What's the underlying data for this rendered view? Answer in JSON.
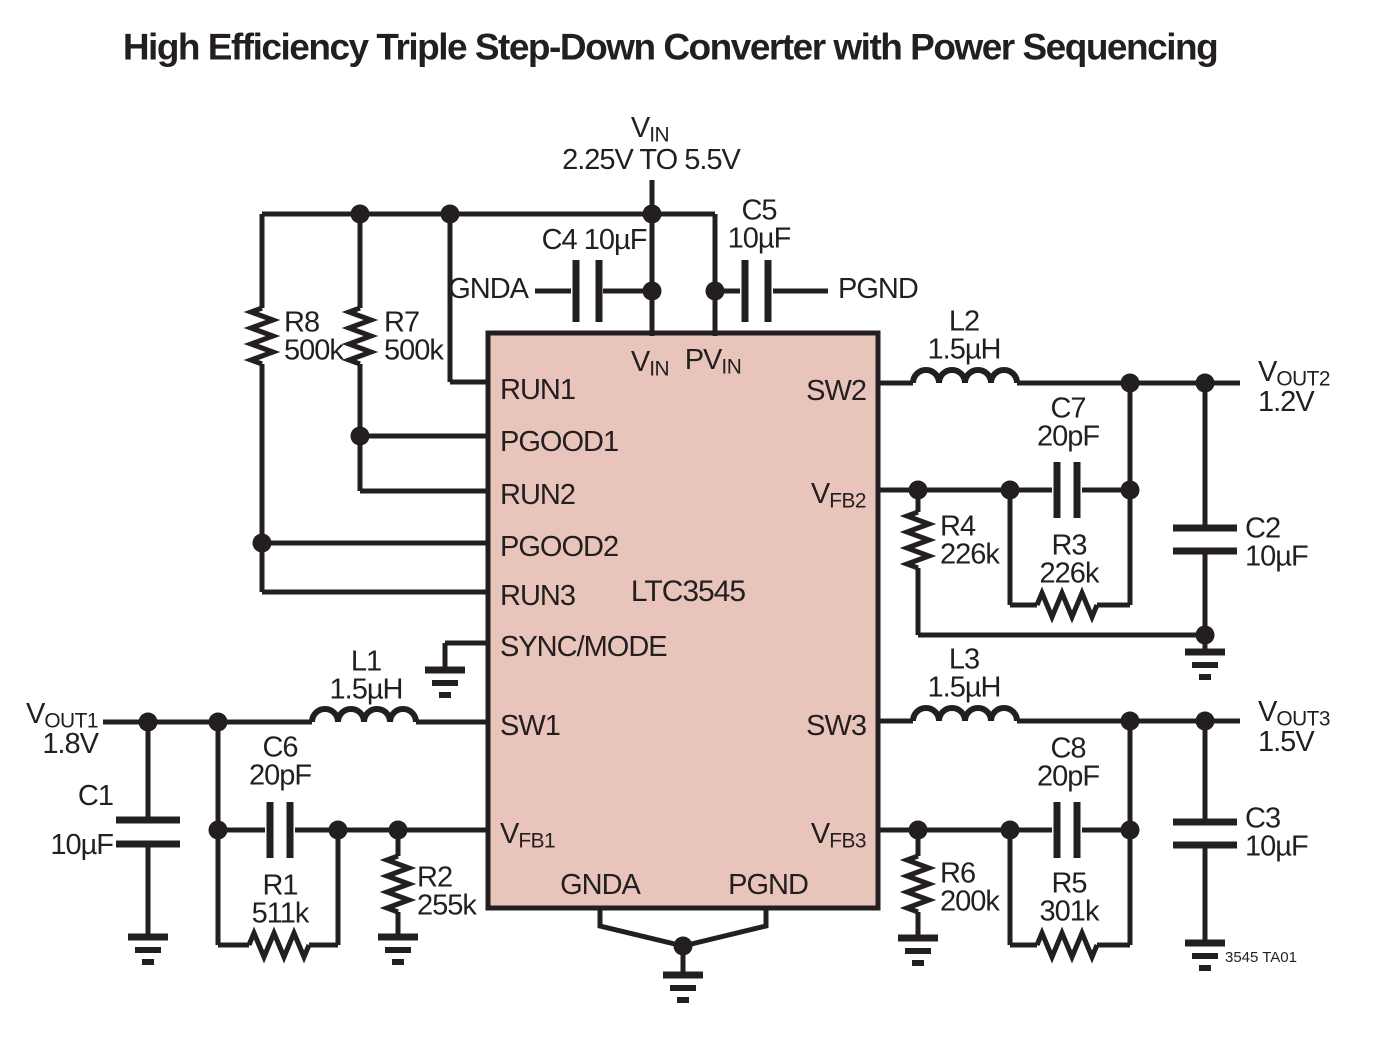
{
  "title": "High Efficiency Triple Step-Down Converter with Power Sequencing",
  "colors": {
    "line": "#231f20",
    "ic_fill": "#e8c4bb"
  },
  "supply": {
    "label_main": "V",
    "label_sub": "IN",
    "range": "2.25V TO 5.5V"
  },
  "ic": {
    "part": "LTC3545",
    "pins": {
      "run1": "RUN1",
      "pgood1": "PGOOD1",
      "run2": "RUN2",
      "pgood2": "PGOOD2",
      "run3": "RUN3",
      "sync_mode": "SYNC/MODE",
      "sw1": "SW1",
      "vfb1_main": "V",
      "vfb1_sub": "FB1",
      "vin_main": "V",
      "vin_sub": "IN",
      "pvin_main": "PV",
      "pvin_sub": "IN",
      "sw2": "SW2",
      "vfb2_main": "V",
      "vfb2_sub": "FB2",
      "sw3": "SW3",
      "vfb3_main": "V",
      "vfb3_sub": "FB3",
      "gnda": "GNDA",
      "pgnd": "PGND"
    }
  },
  "nets": {
    "gnda": "GNDA",
    "pgnd": "PGND",
    "vout1": {
      "main": "V",
      "sub": "OUT1",
      "voltage": "1.8V"
    },
    "vout2": {
      "main": "V",
      "sub": "OUT2",
      "voltage": "1.2V"
    },
    "vout3": {
      "main": "V",
      "sub": "OUT3",
      "voltage": "1.5V"
    }
  },
  "components": {
    "r1": {
      "ref": "R1",
      "value": "511k"
    },
    "r2": {
      "ref": "R2",
      "value": "255k"
    },
    "r3": {
      "ref": "R3",
      "value": "226k"
    },
    "r4": {
      "ref": "R4",
      "value": "226k"
    },
    "r5": {
      "ref": "R5",
      "value": "301k"
    },
    "r6": {
      "ref": "R6",
      "value": "200k"
    },
    "r7": {
      "ref": "R7",
      "value": "500k"
    },
    "r8": {
      "ref": "R8",
      "value": "500k"
    },
    "c1": {
      "ref": "C1",
      "value": "10µF"
    },
    "c2": {
      "ref": "C2",
      "value": "10µF"
    },
    "c3": {
      "ref": "C3",
      "value": "10µF"
    },
    "c4": {
      "ref": "C4",
      "value": "10µF"
    },
    "c5": {
      "ref": "C5",
      "value": "10µF"
    },
    "c6": {
      "ref": "C6",
      "value": "20pF"
    },
    "c7": {
      "ref": "C7",
      "value": "20pF"
    },
    "c8": {
      "ref": "C8",
      "value": "20pF"
    },
    "l1": {
      "ref": "L1",
      "value": "1.5µH"
    },
    "l2": {
      "ref": "L2",
      "value": "1.5µH"
    },
    "l3": {
      "ref": "L3",
      "value": "1.5µH"
    }
  },
  "note": "3545 TA01"
}
